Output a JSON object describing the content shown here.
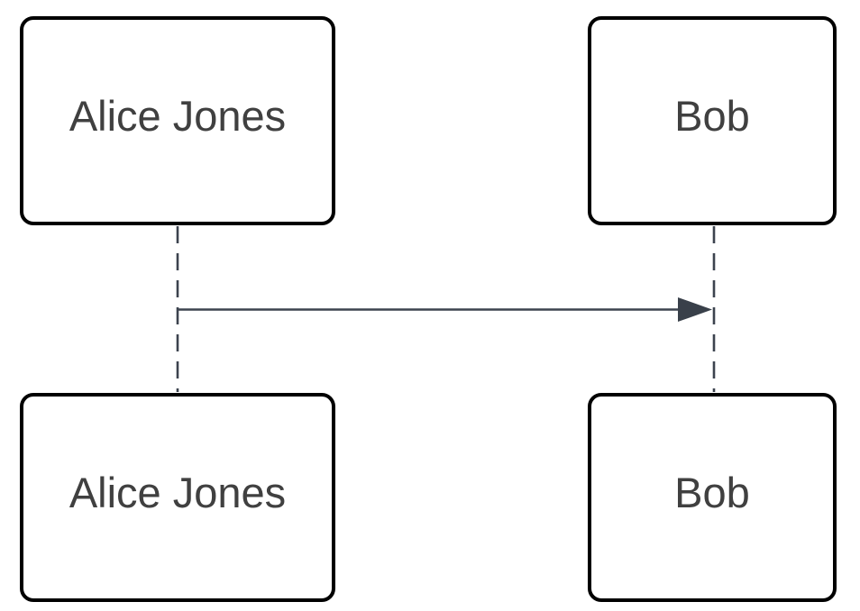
{
  "diagram": {
    "type": "sequence-diagram",
    "actors": [
      {
        "id": "alice",
        "label": "Alice Jones"
      },
      {
        "id": "bob",
        "label": "Bob"
      }
    ],
    "messages": [
      {
        "from": "alice",
        "to": "bob",
        "label": "",
        "style": "solid-arrow"
      }
    ],
    "colors": {
      "background": "#ffffff",
      "box_border": "#000000",
      "box_fill": "#ffffff",
      "text": "#404040",
      "lifeline": "#3C434E",
      "arrowhead": "#39404A"
    }
  }
}
